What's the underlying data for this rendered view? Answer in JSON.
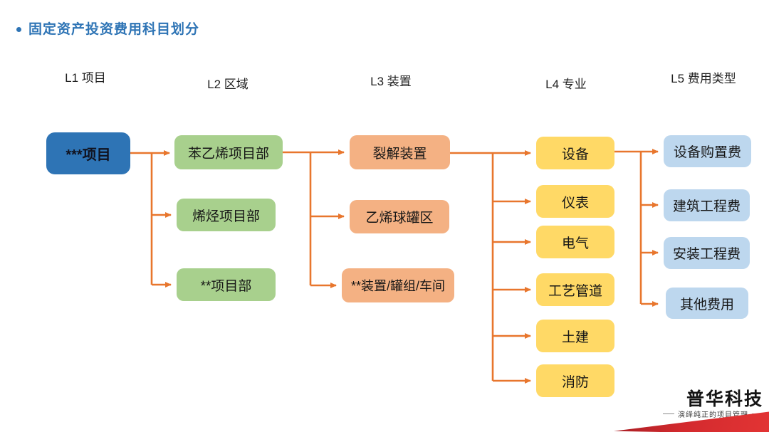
{
  "title": {
    "text": "固定资产投资费用科目划分"
  },
  "columns": [
    {
      "label": "L1 项目"
    },
    {
      "label": "L2 区域"
    },
    {
      "label": "L3 装置"
    },
    {
      "label": "L4 专业"
    },
    {
      "label": "L5 费用类型"
    }
  ],
  "nodes": {
    "l1": [
      "***项目"
    ],
    "l2": [
      "苯乙烯项目部",
      "烯烃项目部",
      "**项目部"
    ],
    "l3": [
      "裂解装置",
      "乙烯球罐区",
      "**装置/罐组/车间"
    ],
    "l4": [
      "设备",
      "仪表",
      "电气",
      "工艺管道",
      "土建",
      "消防"
    ],
    "l5": [
      "设备购置费",
      "建筑工程费",
      "安装工程费",
      "其他费用"
    ]
  },
  "logo": {
    "name": "普华科技",
    "tagline": "演绎纯正的项目管理"
  },
  "colors": {
    "title": "#2e74b5",
    "node_l1": "#2e74b5",
    "node_l2": "#a8d08d",
    "node_l3": "#f4b183",
    "node_l4": "#ffd966",
    "node_l5": "#bdd7ee",
    "connector": "#e8762d",
    "logo_red": "#ce2a2e"
  }
}
